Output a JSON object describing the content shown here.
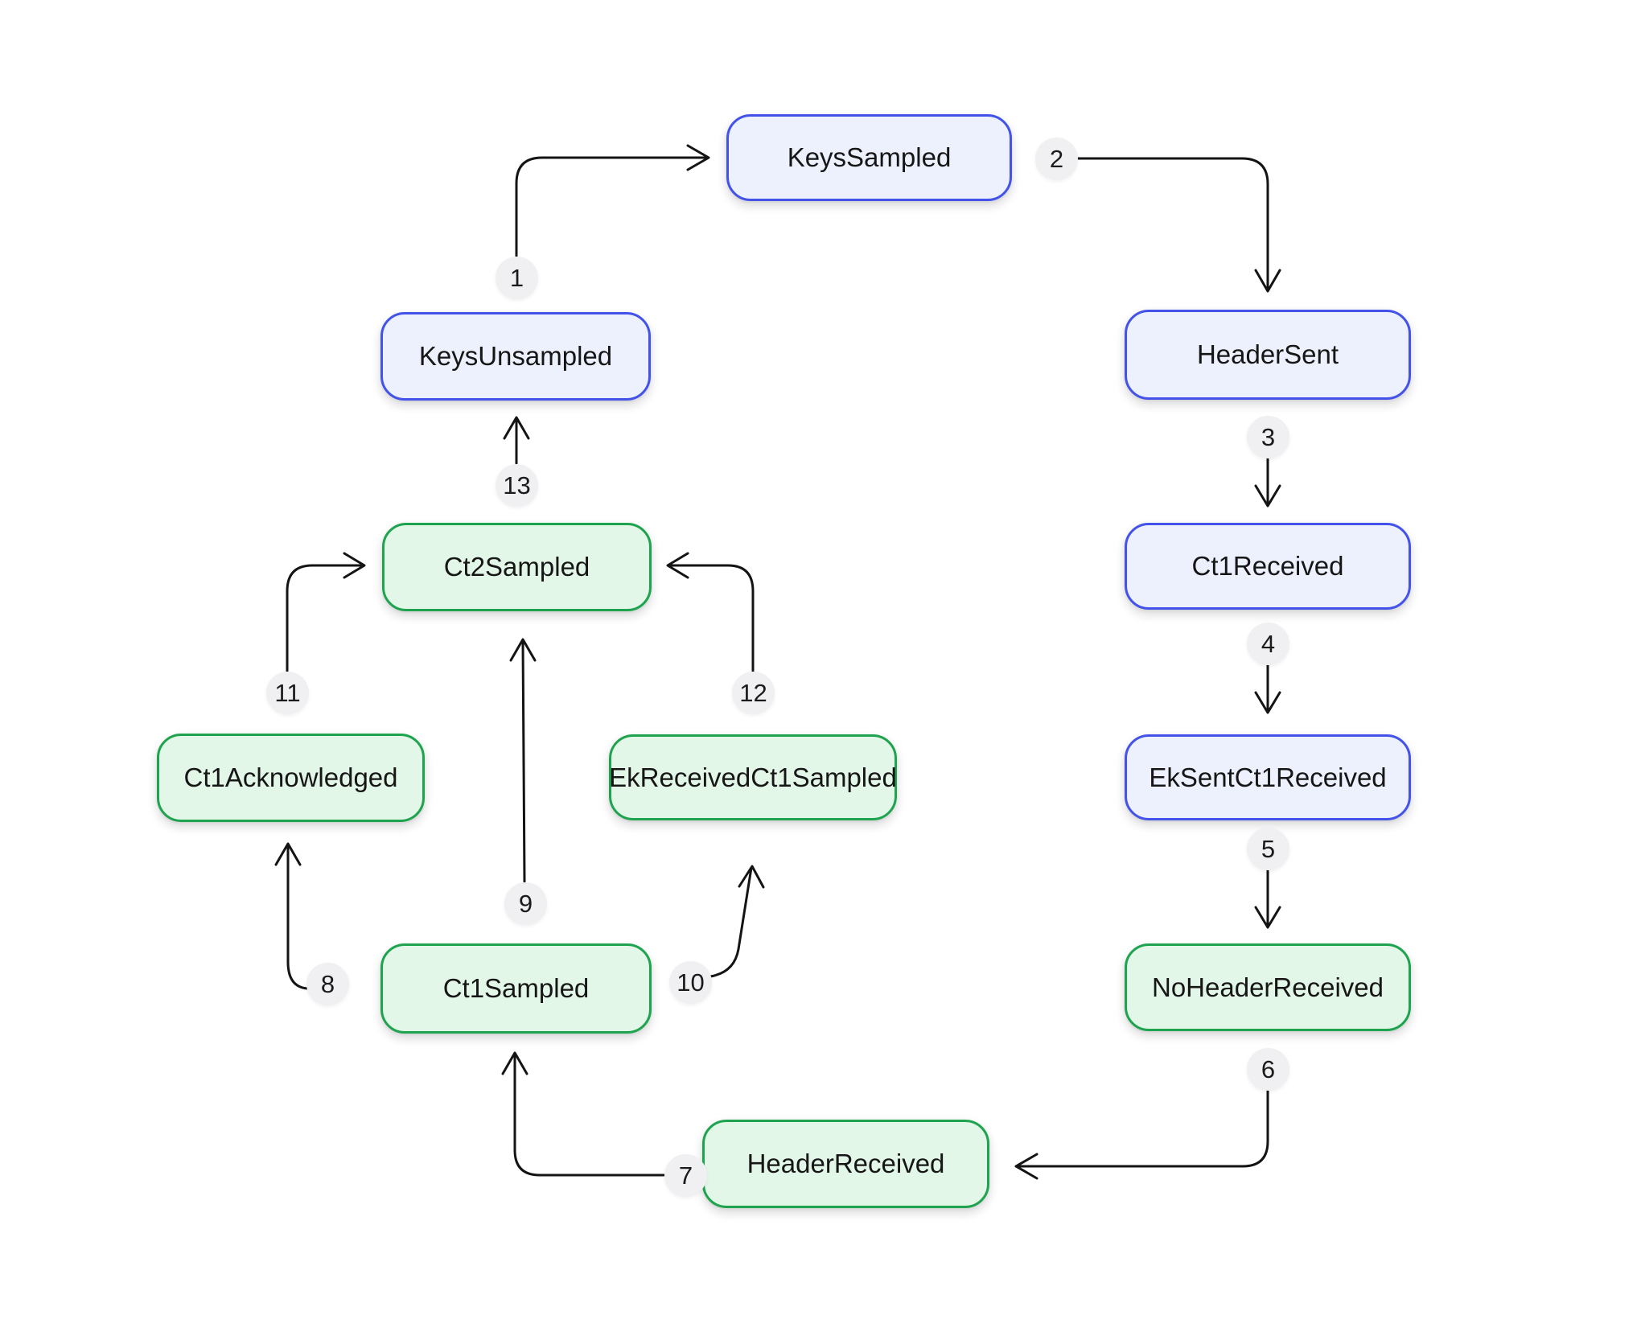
{
  "diagram": {
    "background": "#ffffff",
    "line_color": "#141414",
    "text_color": "#161616",
    "styles": {
      "blue_border": "#4353e9",
      "blue_fill": "#edf0fd",
      "green_border": "#1ea34e",
      "green_fill": "#e2f7e8",
      "edge_label_bg": "#f0f0f2"
    },
    "nodes": [
      {
        "id": "KeysSampled",
        "label": "KeysSampled",
        "color": "blue"
      },
      {
        "id": "KeysUnsampled",
        "label": "KeysUnsampled",
        "color": "blue"
      },
      {
        "id": "HeaderSent",
        "label": "HeaderSent",
        "color": "blue"
      },
      {
        "id": "Ct1Received",
        "label": "Ct1Received",
        "color": "blue"
      },
      {
        "id": "EkSentCt1Received",
        "label": "EkSentCt1Received",
        "color": "blue"
      },
      {
        "id": "NoHeaderReceived",
        "label": "NoHeaderReceived",
        "color": "green"
      },
      {
        "id": "Ct2Sampled",
        "label": "Ct2Sampled",
        "color": "green"
      },
      {
        "id": "Ct1Acknowledged",
        "label": "Ct1Acknowledged",
        "color": "green"
      },
      {
        "id": "EkReceivedCt1Sampled",
        "label": "EkReceivedCt1Sampled",
        "color": "green"
      },
      {
        "id": "Ct1Sampled",
        "label": "Ct1Sampled",
        "color": "green"
      },
      {
        "id": "HeaderReceived",
        "label": "HeaderReceived",
        "color": "green"
      }
    ],
    "edges": [
      {
        "label": "1",
        "from": "KeysUnsampled",
        "to": "KeysSampled"
      },
      {
        "label": "2",
        "from": "KeysSampled",
        "to": "HeaderSent"
      },
      {
        "label": "3",
        "from": "HeaderSent",
        "to": "Ct1Received"
      },
      {
        "label": "4",
        "from": "Ct1Received",
        "to": "EkSentCt1Received"
      },
      {
        "label": "5",
        "from": "EkSentCt1Received",
        "to": "NoHeaderReceived"
      },
      {
        "label": "6",
        "from": "NoHeaderReceived",
        "to": "HeaderReceived"
      },
      {
        "label": "7",
        "from": "HeaderReceived",
        "to": "Ct1Sampled"
      },
      {
        "label": "8",
        "from": "Ct1Sampled",
        "to": "Ct1Acknowledged"
      },
      {
        "label": "9",
        "from": "Ct1Sampled",
        "to": "Ct2Sampled"
      },
      {
        "label": "10",
        "from": "Ct1Sampled",
        "to": "EkReceivedCt1Sampled"
      },
      {
        "label": "11",
        "from": "Ct1Acknowledged",
        "to": "Ct2Sampled"
      },
      {
        "label": "12",
        "from": "EkReceivedCt1Sampled",
        "to": "Ct2Sampled"
      },
      {
        "label": "13",
        "from": "Ct2Sampled",
        "to": "KeysUnsampled"
      }
    ]
  }
}
